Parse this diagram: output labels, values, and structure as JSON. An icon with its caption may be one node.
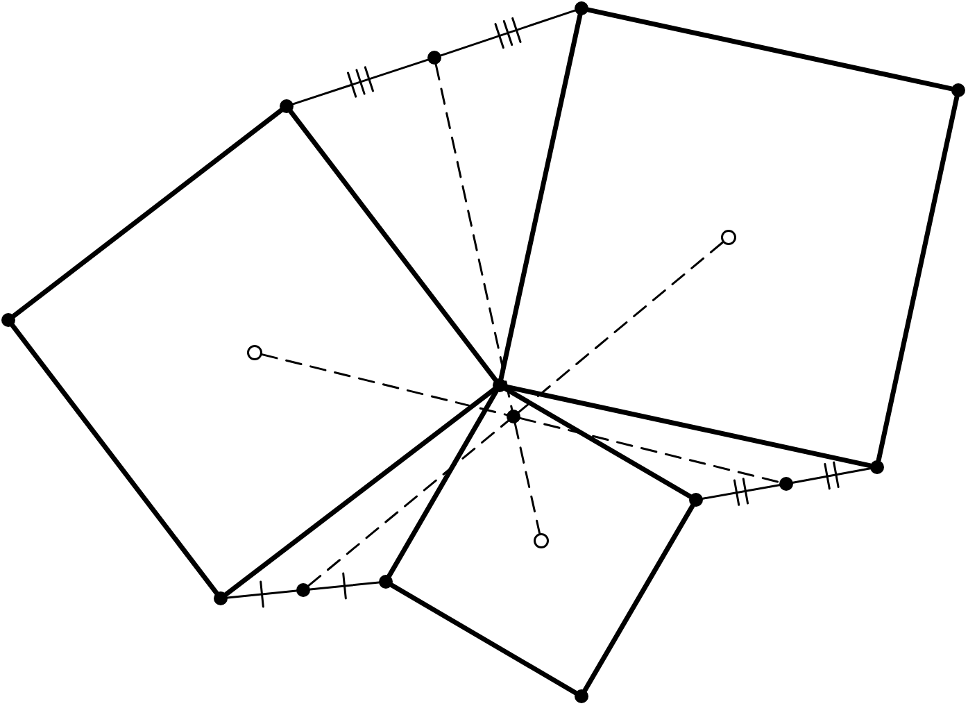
{
  "diagram": {
    "nodes": [
      {
        "text": [],
        "shape": "dot"
      },
      {
        "text": [],
        "shape": "dot"
      },
      {
        "text": [],
        "shape": "dot"
      },
      {
        "text": [],
        "shape": "dot"
      },
      {
        "text": [],
        "shape": "circle"
      },
      {
        "text": [],
        "shape": "dot"
      },
      {
        "text": [],
        "shape": "circle"
      },
      {
        "text": [],
        "shape": "dot"
      },
      {
        "text": [],
        "shape": "dot"
      },
      {
        "text": [],
        "shape": "dot"
      },
      {
        "text": [],
        "shape": "dot"
      },
      {
        "text": [],
        "shape": "dot"
      },
      {
        "text": [],
        "shape": "circle"
      },
      {
        "text": [],
        "shape": "dot"
      },
      {
        "text": [],
        "shape": "dot"
      },
      {
        "text": [],
        "shape": "dot"
      },
      {
        "text": [],
        "shape": "dot"
      }
    ],
    "edges": [
      {
        "from": 7,
        "to": 0,
        "arrow": "none",
        "style": "thick"
      },
      {
        "from": 0,
        "to": 2,
        "arrow": "none",
        "style": "thick"
      },
      {
        "from": 2,
        "to": 9,
        "arrow": "none",
        "style": "thick"
      },
      {
        "from": 9,
        "to": 7,
        "arrow": "none",
        "style": "thick"
      },
      {
        "from": 7,
        "to": 3,
        "arrow": "none",
        "style": "thick"
      },
      {
        "from": 3,
        "to": 5,
        "arrow": "none",
        "style": "thick"
      },
      {
        "from": 5,
        "to": 15,
        "arrow": "none",
        "style": "thick"
      },
      {
        "from": 15,
        "to": 7,
        "arrow": "none",
        "style": "thick"
      },
      {
        "from": 7,
        "to": 13,
        "arrow": "none",
        "style": "thick"
      },
      {
        "from": 13,
        "to": 16,
        "arrow": "none",
        "style": "thick"
      },
      {
        "from": 16,
        "to": 11,
        "arrow": "none",
        "style": "thick"
      },
      {
        "from": 11,
        "to": 7,
        "arrow": "none",
        "style": "thick"
      },
      {
        "from": 3,
        "to": 1,
        "arrow": "none"
      },
      {
        "from": 1,
        "to": 0,
        "arrow": "none"
      },
      {
        "from": 11,
        "to": 10,
        "arrow": "none"
      },
      {
        "from": 10,
        "to": 9,
        "arrow": "none"
      },
      {
        "from": 15,
        "to": 14,
        "arrow": "none"
      },
      {
        "from": 14,
        "to": 13,
        "arrow": "none"
      },
      {
        "from": 1,
        "to": 8,
        "arrow": "none",
        "style": "dashed"
      },
      {
        "from": 8,
        "to": 12,
        "arrow": "none",
        "style": "dashed"
      },
      {
        "from": 6,
        "to": 8,
        "arrow": "none",
        "style": "dashed"
      },
      {
        "from": 8,
        "to": 10,
        "arrow": "none",
        "style": "dashed"
      },
      {
        "from": 14,
        "to": 8,
        "arrow": "none",
        "style": "dashed"
      },
      {
        "from": 8,
        "to": 4,
        "arrow": "none",
        "style": "dashed"
      }
    ]
  }
}
